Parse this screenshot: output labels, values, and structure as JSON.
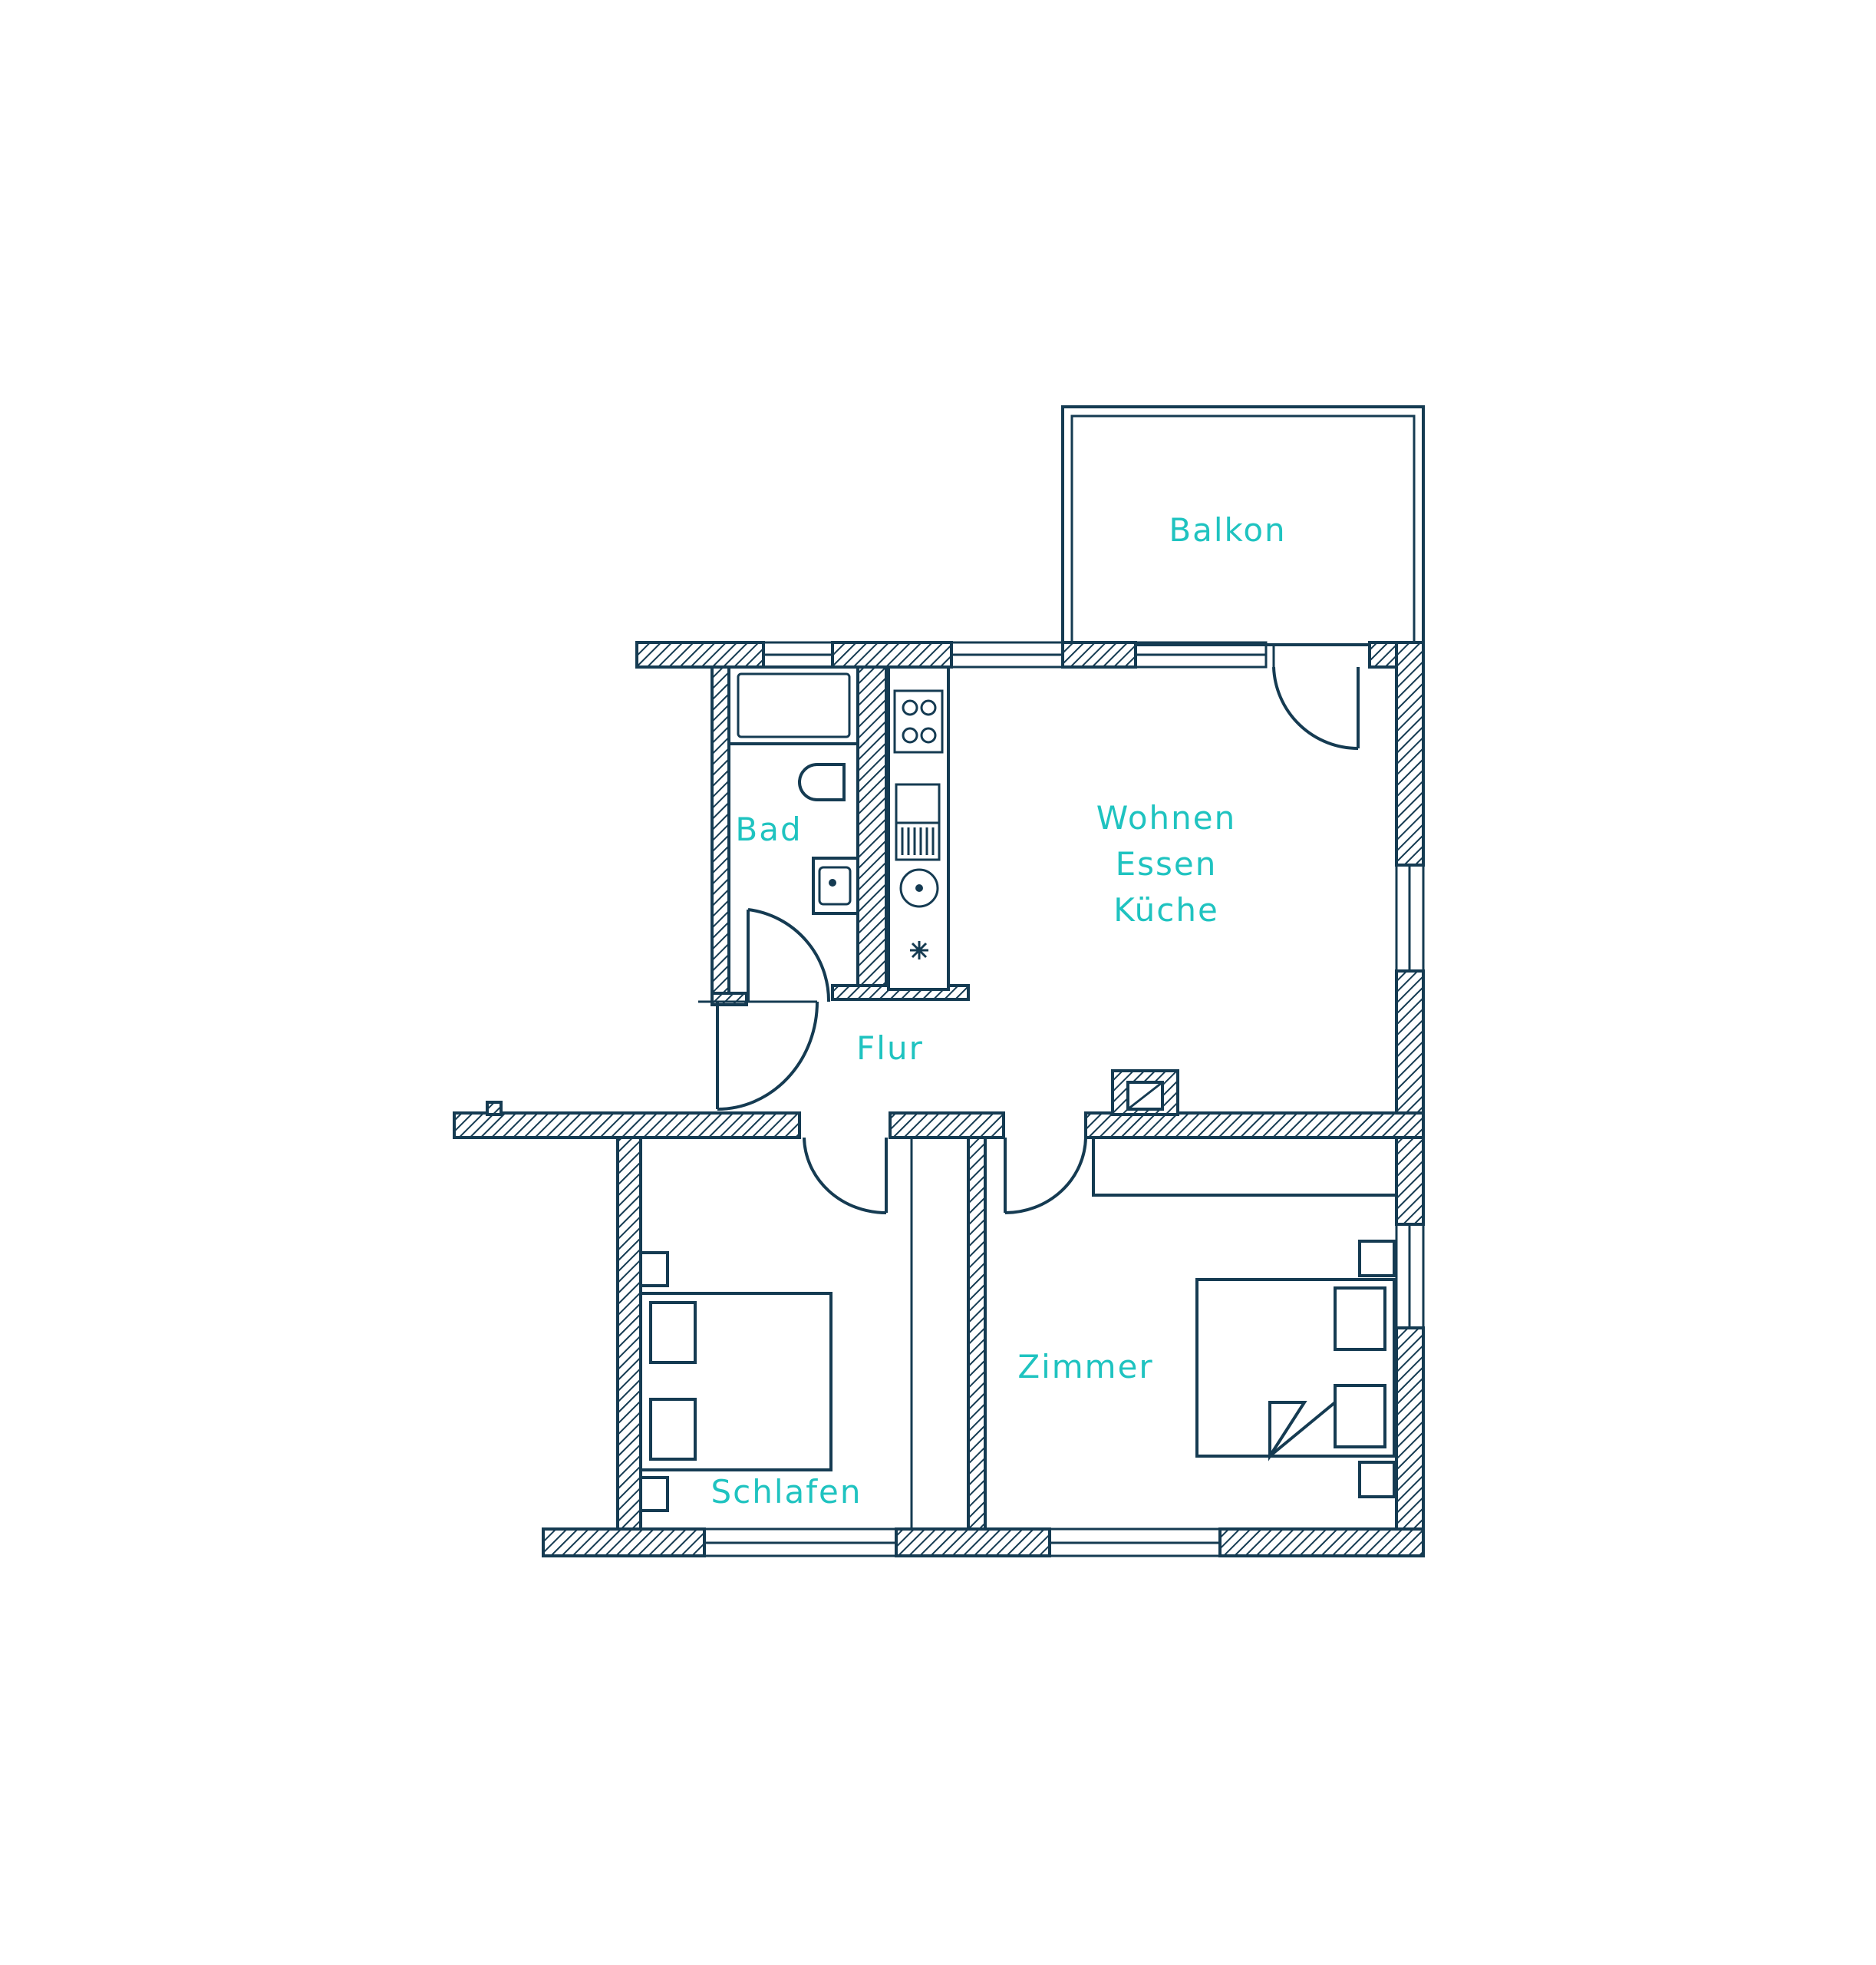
{
  "rooms": {
    "balkon": "Balkon",
    "bad": "Bad",
    "wohnen_line1": "Wohnen",
    "wohnen_line2": "Essen",
    "wohnen_line3": "Küche",
    "flur": "Flur",
    "schlafen": "Schlafen",
    "zimmer": "Zimmer"
  },
  "colors": {
    "label": "#1fc3c0",
    "line": "#153b52",
    "background": "#ffffff"
  }
}
